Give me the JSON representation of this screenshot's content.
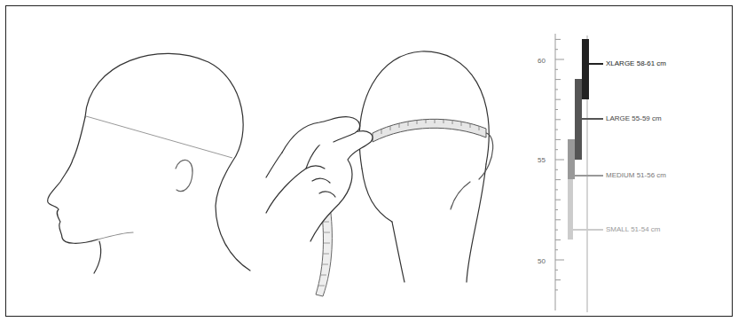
{
  "diagram": {
    "labels": [
      "60",
      "55",
      "50",
      "XLARGE 58-61 cm",
      "LARGE 55-59 cm",
      "MEDIUM 51-56 cm",
      "SMALL 51-54 cm"
    ]
  }
}
